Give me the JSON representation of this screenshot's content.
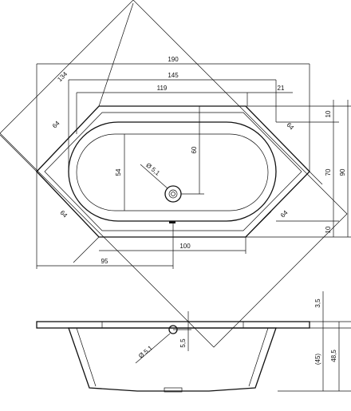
{
  "dimensions": {
    "top_view": {
      "overall_width": "190",
      "inner_width": "145",
      "flat_top_width": "119",
      "offset_right": "21",
      "diagonal_134": "134",
      "side_64_top_left": "64",
      "side_64_top_right": "64",
      "side_64_bottom_left": "64",
      "side_64_bottom_right": "64",
      "basin_inner_height": "54",
      "drain_offset": "60",
      "drain_diameter": "Ø 5,1",
      "rim_top": "10",
      "rim_bottom": "10",
      "depth_70": "70",
      "depth_90": "90",
      "bottom_flat": "100",
      "bottom_left": "95"
    },
    "side_view": {
      "rim_thickness": "3,5",
      "overflow_offset": "5,5",
      "overflow_diameter": "Ø 5,1",
      "water_depth": "(45)",
      "total_depth": "48,5"
    }
  },
  "colors": {
    "line": "#111111",
    "background": "#ffffff"
  }
}
